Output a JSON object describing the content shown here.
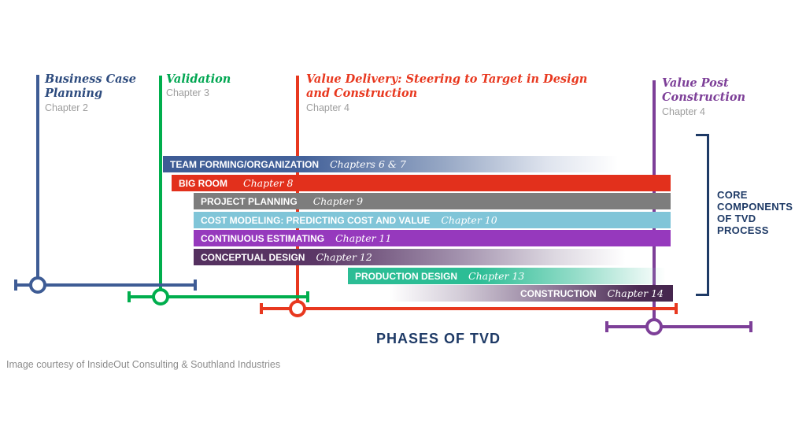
{
  "diagram": {
    "title": "PHASES OF TVD",
    "credit": "Image courtesy of InsideOut Consulting & Southland Industries",
    "bracket_label": "CORE\nCOMPONENTS\nOF TVD\nPROCESS",
    "accent_navy": "#1e3a66"
  },
  "phases": [
    {
      "name": "Business Case\nPlanning",
      "chapter": "Chapter 2",
      "color": "#2d4b7e"
    },
    {
      "name": "Validation",
      "chapter": "Chapter 3",
      "color": "#00a651"
    },
    {
      "name": "Value Delivery: Steering to Target in Design\nand Construction",
      "chapter": "Chapter 4",
      "color": "#e8381f"
    },
    {
      "name": "Value Post\nConstruction",
      "chapter": "Chapter 4",
      "color": "#7d3f98"
    }
  ],
  "components": [
    {
      "label": "TEAM FORMING/ORGANIZATION",
      "chapter": "Chapters 6 & 7",
      "color": "#3e5c95"
    },
    {
      "label": "BIG ROOM",
      "chapter": "Chapter 8",
      "color": "#e2301c"
    },
    {
      "label": "PROJECT PLANNING",
      "chapter": "Chapter 9",
      "color": "#7d7d7d"
    },
    {
      "label": "COST MODELING: PREDICTING COST AND VALUE",
      "chapter": "Chapter 10",
      "color": "#80c5d8"
    },
    {
      "label": "CONTINUOUS ESTIMATING",
      "chapter": "Chapter 11",
      "color": "#9639bd"
    },
    {
      "label": "CONCEPTUAL DESIGN",
      "chapter": "Chapter 12",
      "color": "#54305f"
    },
    {
      "label": "PRODUCTION DESIGN",
      "chapter": "Chapter 13",
      "color": "#2cbd95"
    },
    {
      "label": "CONSTRUCTION",
      "chapter": "Chapter 14",
      "color": "#48284f"
    }
  ]
}
